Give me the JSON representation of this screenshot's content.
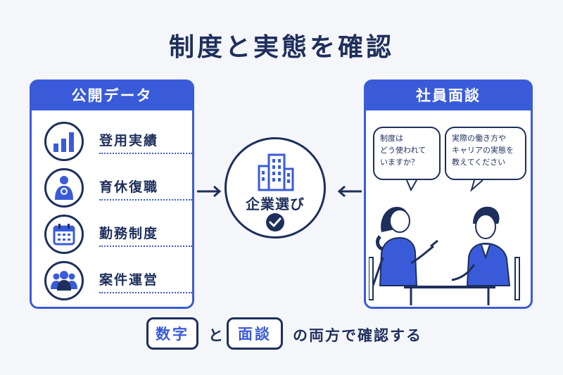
{
  "title": "制度と実態を確認",
  "left_panel": {
    "header": "公開データ",
    "items": [
      {
        "label": "登用実績",
        "icon": "bar-chart-icon"
      },
      {
        "label": "育休復職",
        "icon": "parent-baby-icon"
      },
      {
        "label": "勤務制度",
        "icon": "calendar-icon"
      },
      {
        "label": "案件運営",
        "icon": "team-icon"
      }
    ]
  },
  "center": {
    "label": "企業選び",
    "icon": "office-building-icon",
    "check": "check-icon"
  },
  "right_panel": {
    "header": "社員面談",
    "bubble_left": [
      "制度は",
      "どう使われて",
      "いますか？"
    ],
    "bubble_right": [
      "実際の働き方や",
      "キャリアの実態を",
      "教えてください"
    ]
  },
  "bottom": {
    "kw1": "数字",
    "connector": "と",
    "kw2": "面談",
    "tail": "の両方で確認する"
  },
  "colors": {
    "navy": "#1e2f5c",
    "blue": "#3a5bd9",
    "background": "#f4f6fa"
  }
}
